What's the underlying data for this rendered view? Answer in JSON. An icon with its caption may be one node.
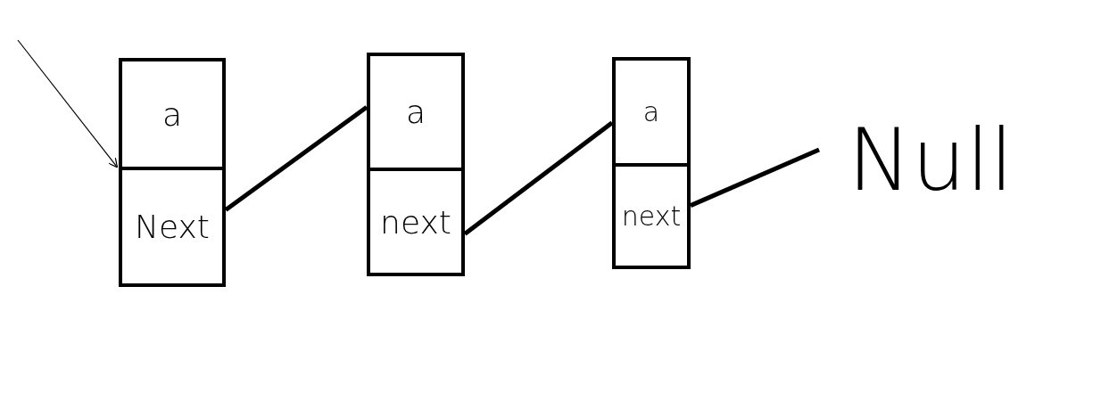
{
  "diagram": {
    "nodes": [
      {
        "text": [
          "a"
        ]
      },
      {
        "text": [
          "Next"
        ]
      },
      {
        "text": [
          "a"
        ]
      },
      {
        "text": [
          "next"
        ]
      },
      {
        "text": [
          "a"
        ]
      },
      {
        "text": [
          "next"
        ]
      },
      {
        "text": [
          "Null"
        ]
      }
    ],
    "edges": [
      {
        "from": null,
        "to": 0,
        "arrow": "to"
      },
      {
        "from": 1,
        "to": 2,
        "arrow": "none"
      },
      {
        "from": 3,
        "to": 4,
        "arrow": "none"
      },
      {
        "from": 5,
        "to": 6,
        "arrow": "none"
      }
    ]
  }
}
